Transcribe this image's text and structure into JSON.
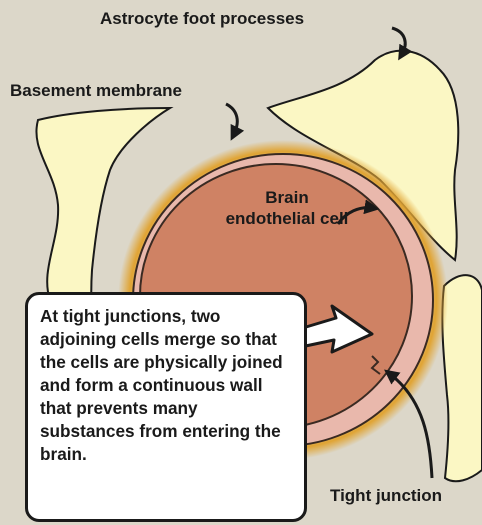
{
  "labels": {
    "astrocyte": "Astrocyte foot processes",
    "basement": "Basement membrane",
    "endothelial": "Brain endothelial cell",
    "tight_junction": "Tight junction"
  },
  "callout": {
    "text": "At tight junctions, two adjoining cells merge so that the cells are physically joined and form a continuous wall that prevents many substances from entering the brain."
  },
  "colors": {
    "background": "#dcd7c9",
    "astrocyte_fill": "#fbf7c4",
    "basement_membrane": "#e0a434",
    "endothelial_cell": "#cf8264",
    "endothelial_wall": "#e9b8ac",
    "callout_fill": "#ffffff"
  }
}
